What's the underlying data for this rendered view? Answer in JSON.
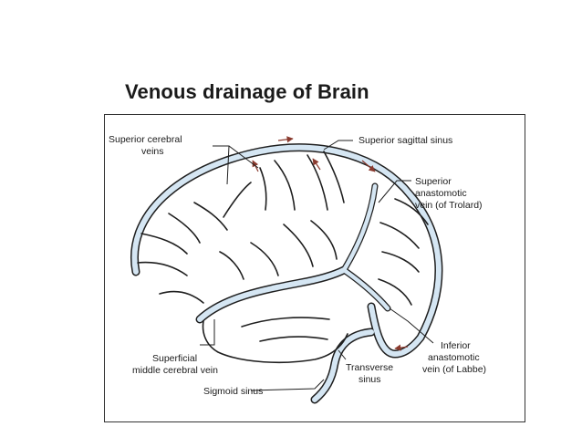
{
  "slide": {
    "title": "Venous drainage of Brain"
  },
  "colors": {
    "vein_fill": "#d5e6f3",
    "outline": "#1f1f1f",
    "flow_arrow": "#8a3a2e",
    "frame": "#333333"
  },
  "labels": {
    "superior_cerebral_veins": [
      "Superior cerebral",
      "veins"
    ],
    "superior_sagittal_sinus": "Superior sagittal sinus",
    "superior_anastomotic_vein": [
      "Superior",
      "anastomotic",
      "vein (of Trolard)"
    ],
    "superficial_middle_cerebral_vein": [
      "Superficial",
      "middle cerebral vein"
    ],
    "sigmoid_sinus": "Sigmoid sinus",
    "transverse_sinus": [
      "Transverse",
      "sinus"
    ],
    "inferior_anastomotic_vein": [
      "Inferior",
      "anastomotic",
      "vein (of Labbe)"
    ]
  }
}
